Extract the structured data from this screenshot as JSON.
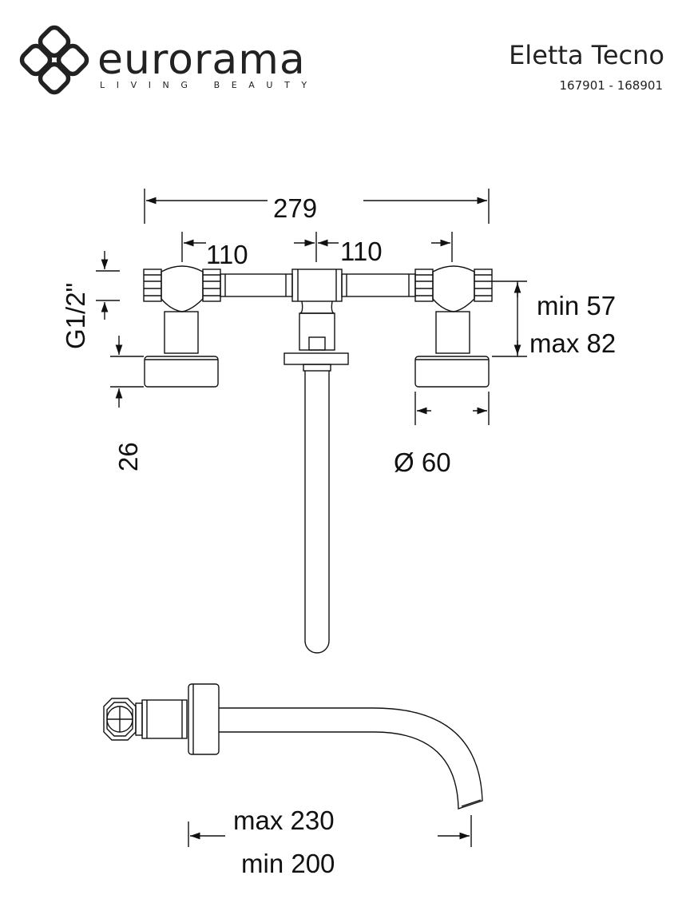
{
  "header": {
    "brand": "eurorama",
    "tagline": "LIVING BEAUTY",
    "product_name": "Eletta Tecno",
    "product_codes": "167901 - 168901"
  },
  "dimensions": {
    "total_width": "279",
    "left_spacing": "110",
    "right_spacing": "110",
    "thread": "G1/2\"",
    "min_depth": "min 57",
    "max_depth": "max 82",
    "rosette_depth": "26",
    "rosette_diameter": "Ø 60",
    "spout_max": "max 230",
    "spout_min": "min 200"
  },
  "icons": {
    "logo": "eurorama-knot-logo-icon"
  }
}
